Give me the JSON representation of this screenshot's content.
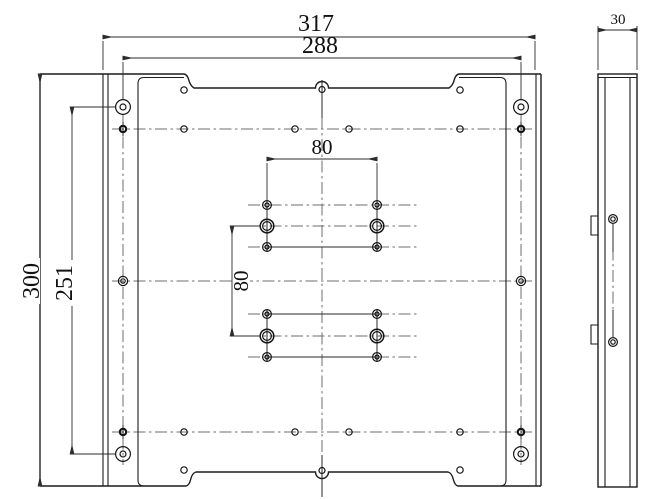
{
  "drawing": {
    "title": "mounting-plate-technical-drawing",
    "dimensions": {
      "total_width": "317",
      "hole_span_width": "288",
      "total_height": "300",
      "hole_span_height": "251",
      "pattern_width": "80",
      "pattern_height": "80",
      "side_thickness": "30"
    },
    "colors": {
      "line": "#1c1c1c",
      "centerline": "#6e6e6e",
      "dimension": "#2b2b2b",
      "background": "#ffffff"
    }
  }
}
